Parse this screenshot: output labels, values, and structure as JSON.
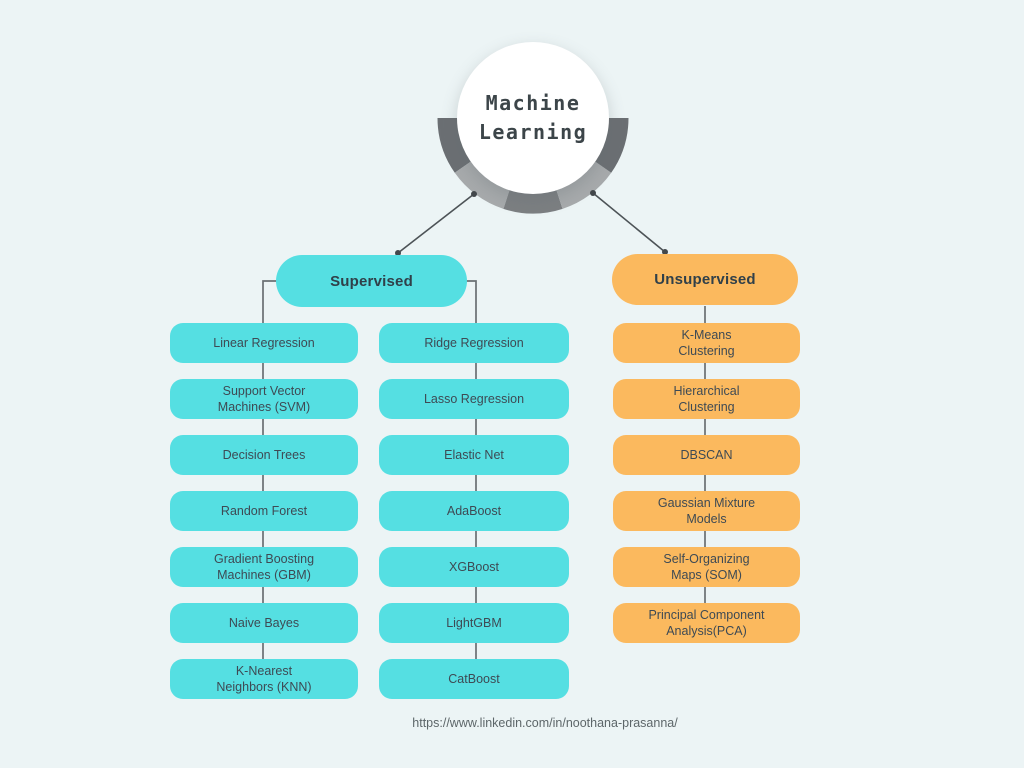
{
  "hub": {
    "title": "Machine\nLearning"
  },
  "branches": [
    {
      "label": "Supervised",
      "color": "#55dfe2"
    },
    {
      "label": "Unsupervised",
      "color": "#fbb95e"
    }
  ],
  "columns": [
    {
      "branch": "Supervised",
      "items": [
        "Linear Regression",
        "Support Vector\nMachines (SVM)",
        "Decision Trees",
        "Random Forest",
        "Gradient Boosting\nMachines (GBM)",
        "Naive Bayes",
        "K-Nearest\nNeighbors (KNN)"
      ]
    },
    {
      "branch": "Supervised",
      "items": [
        "Ridge Regression",
        "Lasso Regression",
        "Elastic Net",
        "AdaBoost",
        "XGBoost",
        "LightGBM",
        "CatBoost"
      ]
    },
    {
      "branch": "Unsupervised",
      "items": [
        "K-Means\nClustering",
        "Hierarchical\nClustering",
        "DBSCAN",
        "Gaussian Mixture\nModels",
        "Self-Organizing\nMaps (SOM)",
        "Principal Component\nAnalysis(PCA)"
      ]
    }
  ],
  "footer": {
    "url": "https://www.linkedin.com/in/noothana-prasanna/"
  },
  "colors": {
    "background": "#ecf4f5",
    "supervised_accent": "#55dfe2",
    "unsupervised_accent": "#fbb95e",
    "node_text": "#3e4a54",
    "hub_text": "#3c4549",
    "arc_dark": "#6b6f73",
    "arc_mid": "#7c7f82",
    "arc_light": "#a7aaac",
    "connector_line": "#5a6064"
  }
}
